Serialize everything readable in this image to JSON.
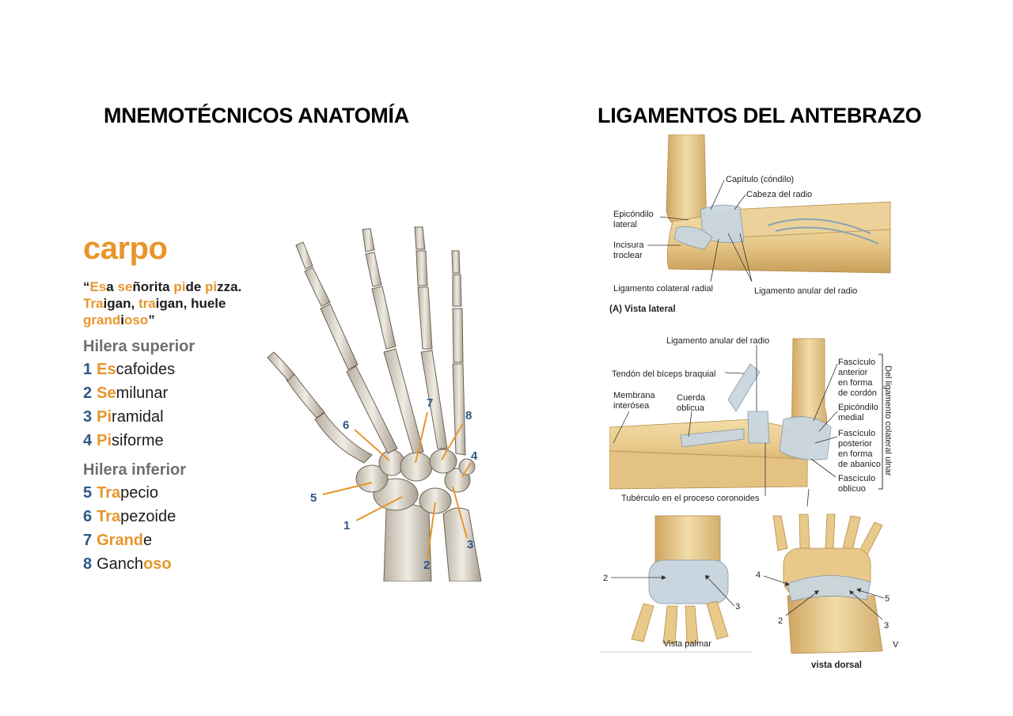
{
  "titles": {
    "left": "MNEMOTÉCNICOS ANATOMÍA",
    "right": "LIGAMENTOS DEL ANTEBRAZO"
  },
  "carpo": {
    "heading": "carpo",
    "mnemonic": {
      "lines": [
        [
          {
            "t": "“",
            "hl": false
          },
          {
            "t": "Es",
            "hl": true
          },
          {
            "t": "a ",
            "hl": false
          },
          {
            "t": "se",
            "hl": true
          },
          {
            "t": "ñorita ",
            "hl": false
          },
          {
            "t": "pi",
            "hl": true
          },
          {
            "t": "de ",
            "hl": false
          },
          {
            "t": "pi",
            "hl": true
          },
          {
            "t": "zza.",
            "hl": false
          }
        ],
        [
          {
            "t": "Tra",
            "hl": true
          },
          {
            "t": "igan, ",
            "hl": false
          },
          {
            "t": "tra",
            "hl": true
          },
          {
            "t": "igan, huele",
            "hl": false
          }
        ],
        [
          {
            "t": "grand",
            "hl": true
          },
          {
            "t": "i",
            "hl": false
          },
          {
            "t": "oso",
            "hl": true
          },
          {
            "t": "”",
            "hl": false
          }
        ]
      ]
    },
    "row_superior": {
      "title": "Hilera superior",
      "items": [
        {
          "num": "1",
          "hl": "Es",
          "rest": "cafoides",
          "trail": ""
        },
        {
          "num": "2",
          "hl": "Se",
          "rest": "milunar",
          "trail": ""
        },
        {
          "num": "3",
          "hl": "Pi",
          "rest": "ramidal",
          "trail": ""
        },
        {
          "num": "4",
          "hl": "Pi",
          "rest": "siforme",
          "trail": ""
        }
      ]
    },
    "row_inferior": {
      "title": "Hilera inferior",
      "items": [
        {
          "num": "5",
          "pre": "",
          "hl": "Tra",
          "rest": "pecio"
        },
        {
          "num": "6",
          "pre": "",
          "hl": "Tra",
          "rest": "pezoide"
        },
        {
          "num": "7",
          "pre": "",
          "hl": "Grand",
          "rest": "e"
        },
        {
          "num": "8",
          "pre": "Ganch",
          "hl": "oso",
          "rest": ""
        }
      ]
    },
    "hand_callouts": [
      "1",
      "2",
      "3",
      "4",
      "5",
      "6",
      "7",
      "8"
    ]
  },
  "lateral_view": {
    "caption": "(A) Vista lateral",
    "labels": {
      "capitulo": "Capítulo (cóndilo)",
      "cabeza_radio": "Cabeza del radio",
      "epicondilo_lateral_1": "Epicóndilo",
      "epicondilo_lateral_2": "lateral",
      "incisura_1": "Incisura",
      "incisura_2": "troclear",
      "lig_colateral_radial": "Ligamento colateral radial",
      "lig_anular": "Ligamento anular del radio"
    }
  },
  "medial_view": {
    "labels": {
      "lig_anular": "Ligamento anular del radio",
      "tendon_biceps": "Tendón del bíceps braquial",
      "membrana_1": "Membrana",
      "membrana_2": "interósea",
      "cuerda_1": "Cuerda",
      "cuerda_2": "oblicua",
      "fasc_ant_1": "Fascículo",
      "fasc_ant_2": "anterior",
      "fasc_ant_3": "en forma",
      "fasc_ant_4": "de cordón",
      "epicondilo_medial_1": "Epicóndilo",
      "epicondilo_medial_2": "medial",
      "fasc_post_1": "Fascículo",
      "fasc_post_2": "posterior",
      "fasc_post_3": "en forma",
      "fasc_post_4": "de abanico",
      "fasc_obl_1": "Fascículo",
      "fasc_obl_2": "oblicuo",
      "tuberculo": "Tubérculo en el proceso coronoides",
      "bracket": "Del ligamento colateral ulnar"
    }
  },
  "palmar_view": {
    "caption": "Vista palmar",
    "callouts": [
      "2",
      "3"
    ]
  },
  "dorsal_view": {
    "caption": "vista dorsal",
    "callouts": [
      "4",
      "5",
      "2",
      "3"
    ],
    "corner_mark": "V"
  }
}
